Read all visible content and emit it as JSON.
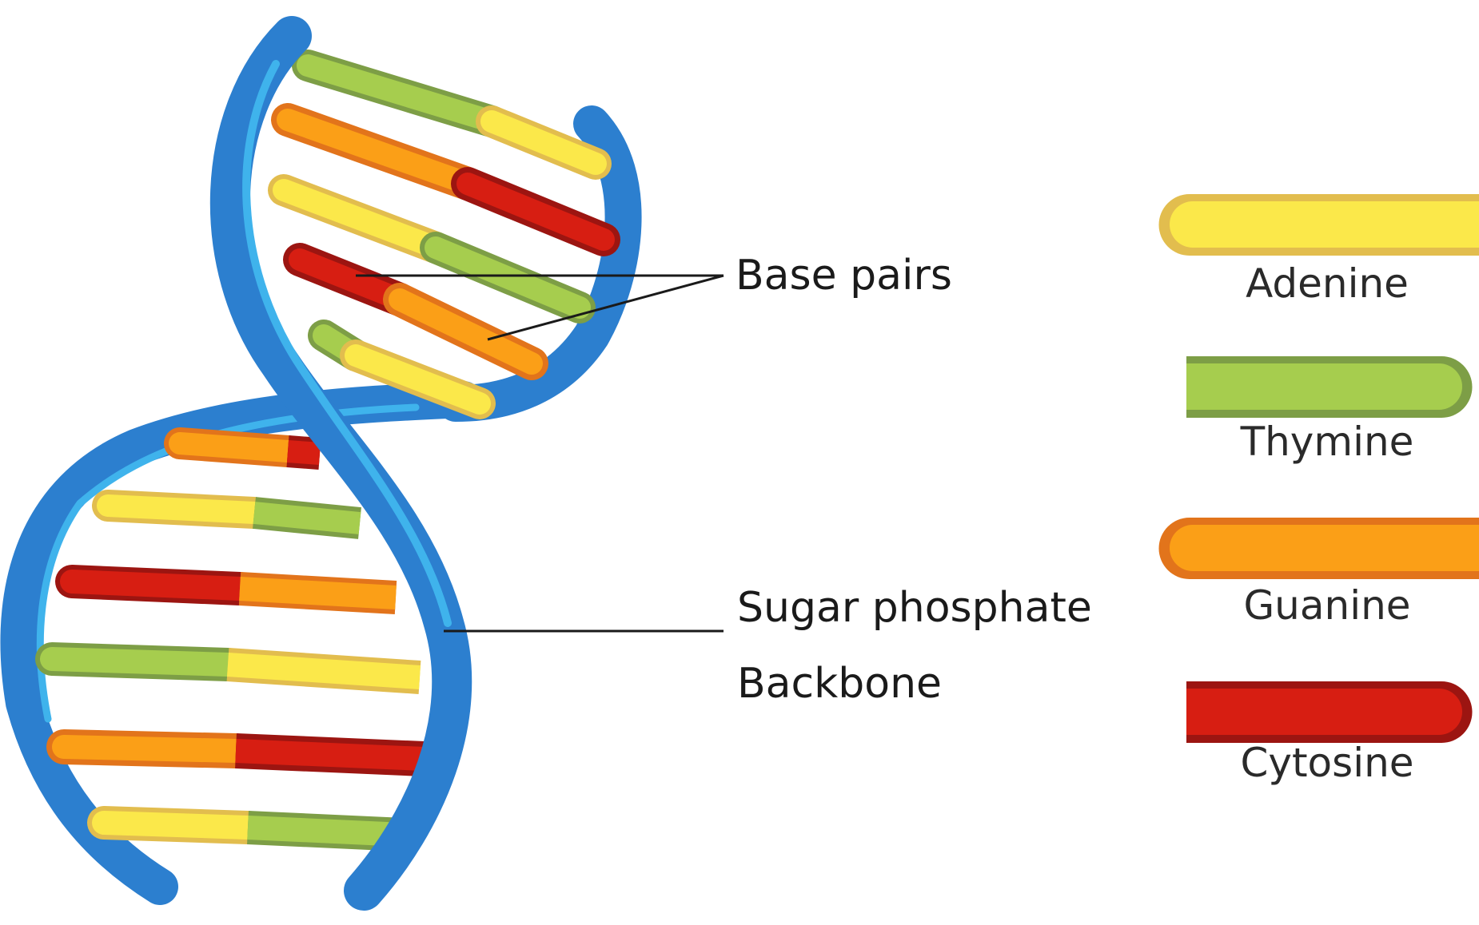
{
  "labels": {
    "base_pairs": "Base pairs",
    "backbone_line1": "Sugar phosphate",
    "backbone_line2": "Backbone"
  },
  "legend": [
    {
      "name": "Adenine",
      "color": "#fbe84a",
      "edge": "#e2bd4e"
    },
    {
      "name": "Thymine",
      "color": "#a6cd4e",
      "edge": "#7d9e46"
    },
    {
      "name": "Guanine",
      "color": "#fb9f17",
      "edge": "#e2741b"
    },
    {
      "name": "Cytosine",
      "color": "#d71e12",
      "edge": "#9c1511"
    }
  ],
  "backbone_colors": {
    "main": "#2c7fcf",
    "highlight": "#3fb3ec"
  }
}
